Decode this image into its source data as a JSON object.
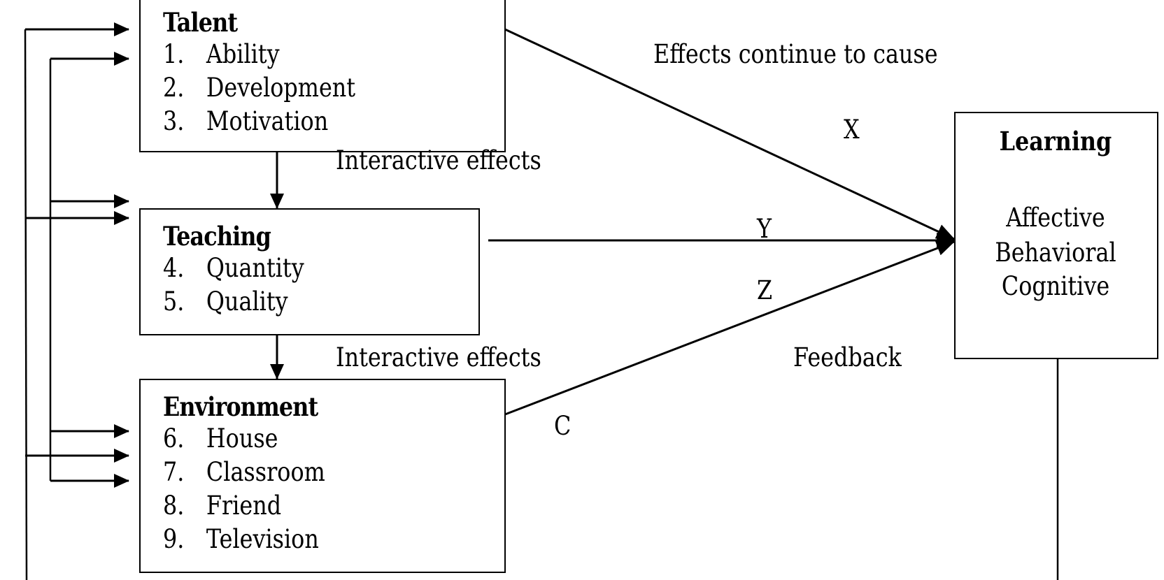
{
  "talent": {
    "title": "Talent",
    "items": [
      {
        "num": "1.",
        "label": "Ability"
      },
      {
        "num": "2.",
        "label": "Development"
      },
      {
        "num": "3.",
        "label": "Motivation"
      }
    ]
  },
  "teaching": {
    "title": "Teaching",
    "items": [
      {
        "num": "4.",
        "label": "Quantity"
      },
      {
        "num": "5.",
        "label": "Quality"
      }
    ]
  },
  "environment": {
    "title": "Environment",
    "items": [
      {
        "num": "6.",
        "label": "House"
      },
      {
        "num": "7.",
        "label": "Classroom"
      },
      {
        "num": "8.",
        "label": "Friend"
      },
      {
        "num": "9.",
        "label": "Television"
      }
    ]
  },
  "learning": {
    "title": "Learning",
    "items": [
      "Affective",
      "Behavioral",
      "Cognitive"
    ]
  },
  "labels": {
    "effects_continue": "Effects continue to cause",
    "interactive_1": "Interactive effects",
    "interactive_2": "Interactive effects",
    "feedback": "Feedback",
    "x": "X",
    "y": "Y",
    "z": "Z",
    "c": "C"
  }
}
